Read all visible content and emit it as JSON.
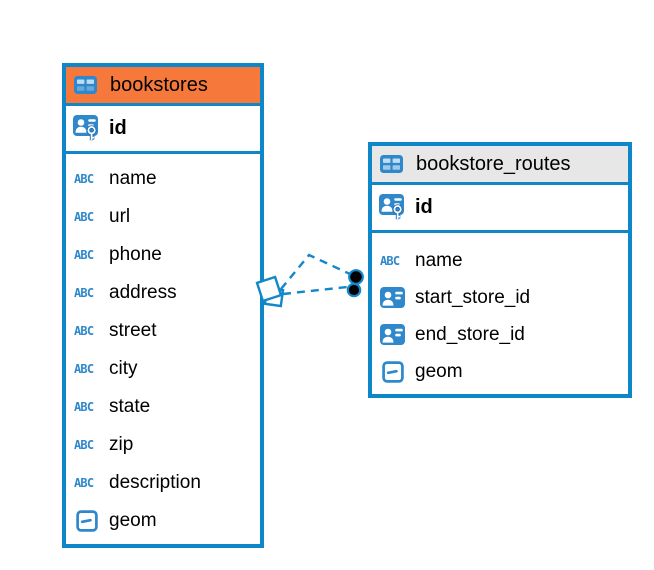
{
  "tables": [
    {
      "name": "bookstores",
      "header_bg": "#F6793B",
      "pk": {
        "name": "id",
        "icon": "user-key-icon"
      },
      "columns": [
        {
          "name": "name",
          "type": "text"
        },
        {
          "name": "url",
          "type": "text"
        },
        {
          "name": "phone",
          "type": "text"
        },
        {
          "name": "address",
          "type": "text"
        },
        {
          "name": "street",
          "type": "text"
        },
        {
          "name": "city",
          "type": "text"
        },
        {
          "name": "state",
          "type": "text"
        },
        {
          "name": "zip",
          "type": "text"
        },
        {
          "name": "description",
          "type": "text"
        },
        {
          "name": "geom",
          "type": "geometry"
        }
      ]
    },
    {
      "name": "bookstore_routes",
      "header_bg": "#E7E7E7",
      "pk": {
        "name": "id",
        "icon": "user-key-icon"
      },
      "columns": [
        {
          "name": "name",
          "type": "text"
        },
        {
          "name": "start_store_id",
          "type": "reference"
        },
        {
          "name": "end_store_id",
          "type": "reference"
        },
        {
          "name": "geom",
          "type": "geometry"
        }
      ]
    }
  ],
  "icons": {
    "abc_label": "ABC",
    "table_icon": "table-grid-icon",
    "pk_icon": "user-key-icon",
    "reference_icon": "user-card-icon",
    "geometry_icon": "rectangle-dash-icon"
  },
  "relation": {
    "style": "dashed",
    "link_count": 2,
    "source_marker": "stacked-squares",
    "target_marker": "stacked-dots",
    "line_color": "#1287C9"
  },
  "colors": {
    "border_blue": "#0E87C8",
    "icon_blue": "#2F88CB",
    "header_orange": "#F6793B",
    "header_gray": "#E7E7E7",
    "text": "#000000",
    "background": "#FFFFFF"
  }
}
